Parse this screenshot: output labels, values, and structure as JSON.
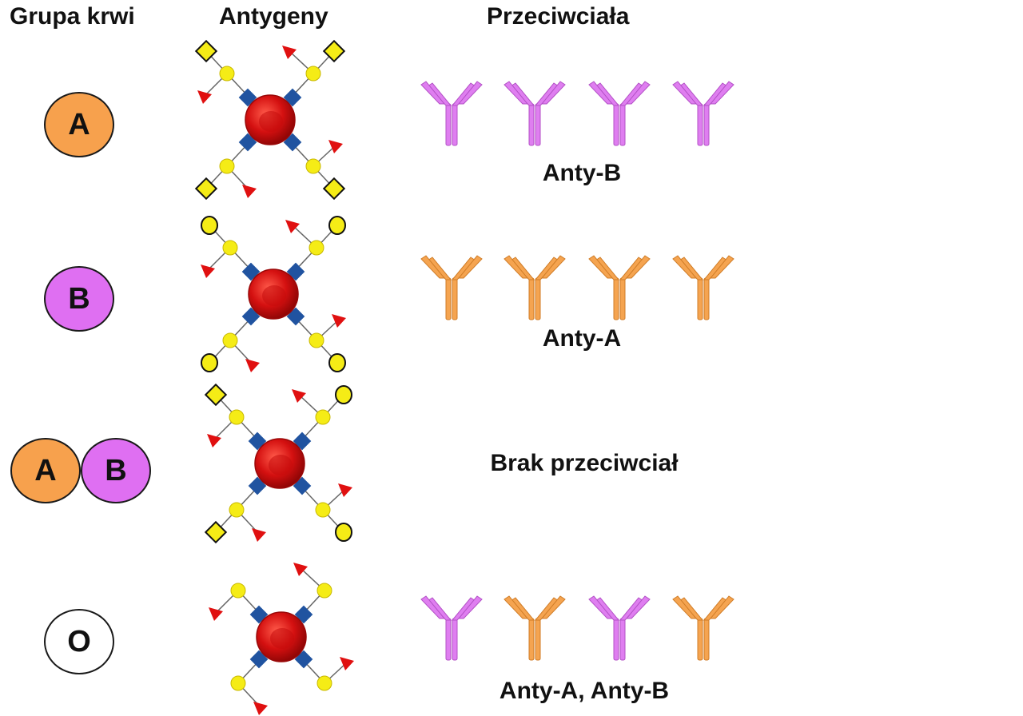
{
  "headers": {
    "blood_group": "Grupa krwi",
    "antigens": "Antygeny",
    "antibodies": "Przeciwciała"
  },
  "colors": {
    "group_a": "#f7a14d",
    "group_b": "#df6ff2",
    "group_o": "#ffffff",
    "rbc": "#d41010",
    "linker": "#2053a0",
    "galactose": "#f5ec16",
    "fucose": "#e01010",
    "antibody_purple": "#df7ef0",
    "antibody_orange": "#f5a450"
  },
  "rows": [
    {
      "group_letters": [
        "A"
      ],
      "group_colors": [
        "#f7a14d"
      ],
      "antigen_terminal": [
        "diamond",
        "diamond",
        "diamond",
        "diamond"
      ],
      "antibodies": [
        "purple",
        "purple",
        "purple",
        "purple"
      ],
      "antibody_label": "Anty-B"
    },
    {
      "group_letters": [
        "B"
      ],
      "group_colors": [
        "#df6ff2"
      ],
      "antigen_terminal": [
        "circle",
        "circle",
        "circle",
        "circle"
      ],
      "antibodies": [
        "orange",
        "orange",
        "orange",
        "orange"
      ],
      "antibody_label": "Anty-A"
    },
    {
      "group_letters": [
        "A",
        "B"
      ],
      "group_colors": [
        "#f7a14d",
        "#df6ff2"
      ],
      "antigen_terminal": [
        "diamond",
        "circle",
        "diamond",
        "circle"
      ],
      "antibodies": [],
      "antibody_label": "Brak przeciwciał"
    },
    {
      "group_letters": [
        "O"
      ],
      "group_colors": [
        "#ffffff"
      ],
      "antigen_terminal": [
        "none",
        "none",
        "none",
        "none"
      ],
      "antibodies": [
        "purple",
        "orange",
        "purple",
        "orange"
      ],
      "antibody_label": "Anty-A, Anty-B"
    }
  ]
}
